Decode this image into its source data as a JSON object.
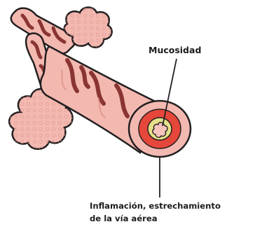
{
  "labels": {
    "mucus": "Mucosidad",
    "inflammation_line1": "Inflamación, estrechamiento",
    "inflammation_line2": "de la vía aérea"
  },
  "colors": {
    "outline": "#231f20",
    "tissue_pink": "#f3b9b1",
    "tissue_shadow": "#e2998f",
    "muscle_band": "#8a3533",
    "airway_red": "#e5473a",
    "mucus_yellow": "#e6e08a",
    "lumen_pink": "#f7c4bd"
  }
}
